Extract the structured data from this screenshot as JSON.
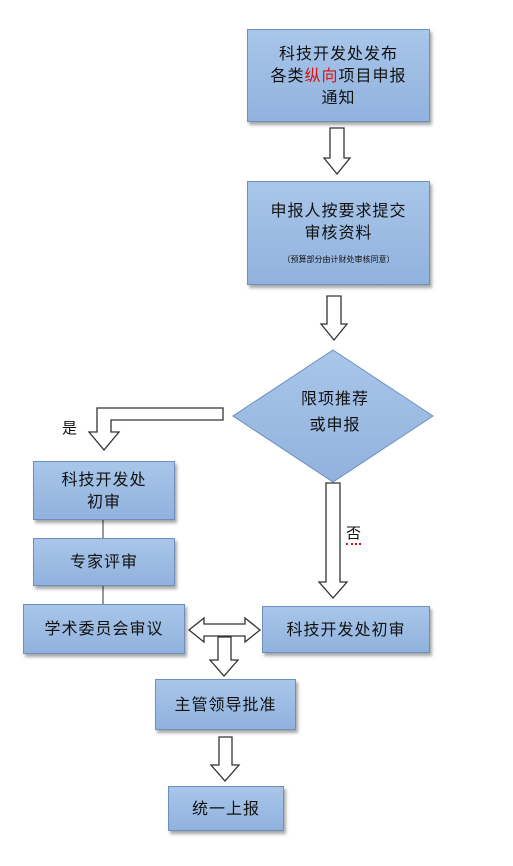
{
  "nodes": {
    "notice": {
      "line1": "科技开发处发布",
      "line2a": "各类",
      "line2b": "纵向",
      "line2c": "项目申报",
      "line3": "通知"
    },
    "submit": {
      "line1": "申报人按要求提交",
      "line2": "审核资料",
      "note": "（预算部分由计财处审核同意）"
    },
    "decision": {
      "line1": "限项推荐",
      "line2": "或申报"
    },
    "review_left": {
      "line1": "科技开发处",
      "line2": "初审"
    },
    "expert": {
      "label": "专家评审"
    },
    "committee": {
      "label": "学术委员会审议"
    },
    "review_right": {
      "label": "科技开发处初审"
    },
    "approve": {
      "label": "主管领导批准"
    },
    "report": {
      "label": "统一上报"
    }
  },
  "labels": {
    "yes": "是",
    "no": "否"
  },
  "colors": {
    "box_fill": "#9cbbe3",
    "box_border": "#6e8fbd",
    "emphasis": "#e01010"
  }
}
